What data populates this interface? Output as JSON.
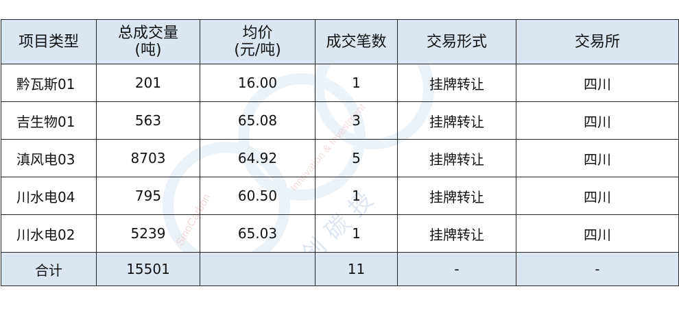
{
  "table": {
    "headers": [
      {
        "line1": "项目类型",
        "line2": ""
      },
      {
        "line1": "总成交量",
        "line2": "(吨)"
      },
      {
        "line1": "均价",
        "line2": "(元/吨)"
      },
      {
        "line1": "成交笔数",
        "line2": ""
      },
      {
        "line1": "交易形式",
        "line2": ""
      },
      {
        "line1": "交易所",
        "line2": ""
      }
    ],
    "rows": [
      [
        "黔瓦斯01",
        "201",
        "16.00",
        "1",
        "挂牌转让",
        "四川"
      ],
      [
        "吉生物01",
        "563",
        "65.08",
        "3",
        "挂牌转让",
        "四川"
      ],
      [
        "滇风电03",
        "8703",
        "64.92",
        "5",
        "挂牌转让",
        "四川"
      ],
      [
        "川水电04",
        "795",
        "60.50",
        "1",
        "挂牌转让",
        "四川"
      ],
      [
        "川水电02",
        "5239",
        "65.03",
        "1",
        "挂牌转让",
        "四川"
      ]
    ],
    "total": [
      "合计",
      "15501",
      "",
      "11",
      "-",
      "-"
    ]
  },
  "watermark": {
    "brand_cn": "中创碳投",
    "brand_en": "SinoCarbon",
    "tagline": "Innovation & Investment",
    "color": "#cfe0f0",
    "accent": "#f2c9c9"
  }
}
